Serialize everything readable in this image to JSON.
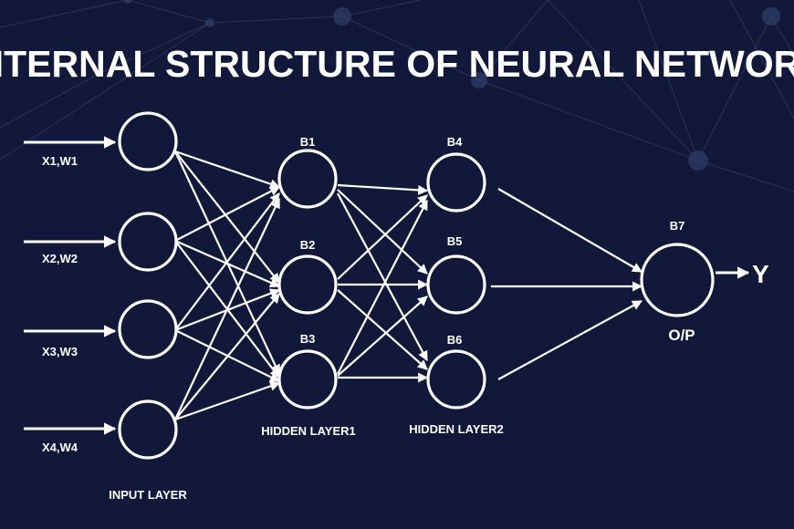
{
  "title": "INTERNAL STRUCTURE OF NEURAL NETWORK",
  "inputs": [
    {
      "label": "X1,W1"
    },
    {
      "label": "X2,W2"
    },
    {
      "label": "X3,W3"
    },
    {
      "label": "X4,W4"
    }
  ],
  "layers": {
    "input": "INPUT LAYER",
    "hidden1": "HIDDEN LAYER1",
    "hidden2": "HIDDEN LAYER2",
    "output": "O/P"
  },
  "hidden1_nodes": [
    "B1",
    "B2",
    "B3"
  ],
  "hidden2_nodes": [
    "B4",
    "B5",
    "B6"
  ],
  "output_node": "B7",
  "output_value": "Y",
  "colors": {
    "background": "#12183a",
    "foreground": "#ffffff",
    "background_network": "#3a4a78"
  }
}
